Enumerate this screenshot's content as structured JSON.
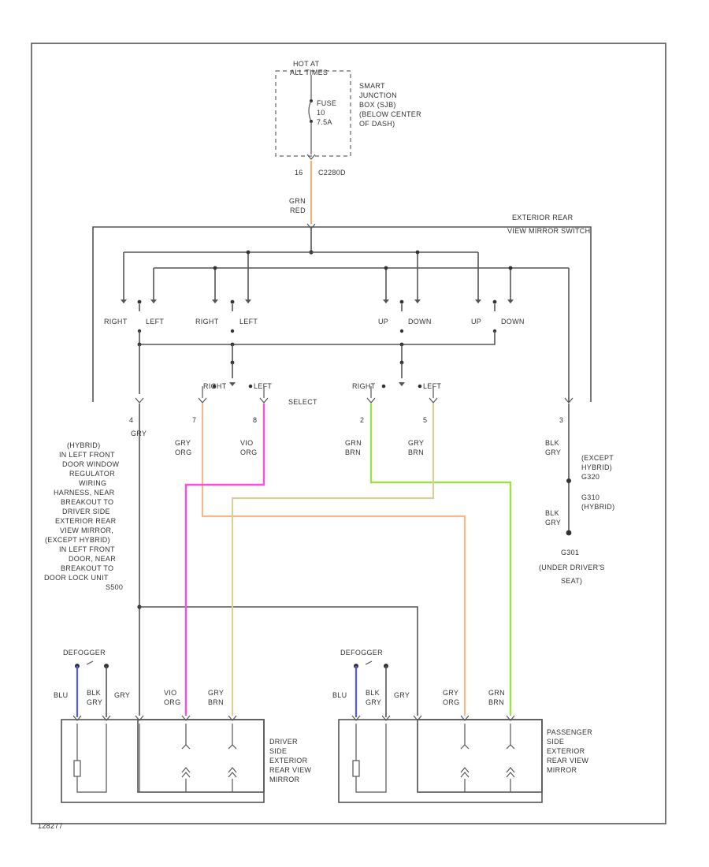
{
  "colors": {
    "orange": "#f5b98a",
    "pink": "#ff4fd8",
    "green": "#9ee04a",
    "tan": "#d9cf9a",
    "blue": "#4f5cf0",
    "gryred": "#e8b27a"
  },
  "power": {
    "hot_at": "HOT AT",
    "hot_at_2": "ALL TIMES",
    "sjb_1": "SMART",
    "sjb_2": "JUNCTION",
    "sjb_3": "BOX (SJB)",
    "sjb_4": "(BELOW CENTER",
    "sjb_5": "OF DASH)",
    "fuse_1": "FUSE",
    "fuse_2": "10",
    "fuse_3": "7.5A",
    "connector": "C2280D",
    "pin": "16",
    "wire_1": "GRN",
    "wire_2": "RED"
  },
  "switch": {
    "title_1": "EXTERIOR REAR",
    "title_2": "VIEW MIRROR SWITCH",
    "right_1": "RIGHT",
    "left_1": "LEFT",
    "right_2": "RIGHT",
    "left_2": "LEFT",
    "up_1": "UP",
    "down_1": "DOWN",
    "up_2": "UP",
    "down_2": "DOWN",
    "select": "SELECT",
    "sel_right_1": "RIGHT",
    "sel_left_1": "LEFT",
    "sel_right_2": "RIGHT",
    "sel_left_2": "LEFT",
    "pin_4": "4",
    "pin_7": "7",
    "pin_8": "8",
    "pin_2": "2",
    "pin_5": "5",
    "pin_3": "3"
  },
  "wires": {
    "gry": "GRY",
    "gry_org": [
      "GRY",
      "ORG"
    ],
    "vio_org": [
      "VIO",
      "ORG"
    ],
    "grn_brn": [
      "GRN",
      "BRN"
    ],
    "gry_brn": [
      "GRY",
      "BRN"
    ],
    "blk_gry": [
      "BLK",
      "GRY"
    ],
    "blk_gry_2": [
      "BLK",
      "GRY"
    ]
  },
  "notes": {
    "left_note": [
      "(HYBRID)",
      "IN LEFT FRONT",
      "DOOR WINDOW",
      "REGULATOR",
      "WIRING",
      "HARNESS, NEAR",
      "BREAKOUT TO",
      "DRIVER SIDE",
      "EXTERIOR REAR",
      "VIEW MIRROR,",
      "(EXCEPT HYBRID)",
      "IN LEFT FRONT",
      "DOOR, NEAR",
      "BREAKOUT TO",
      "DOOR LOCK UNIT",
      "S500"
    ],
    "except_hybrid": [
      "(EXCEPT",
      "HYBRID)",
      "G320"
    ],
    "hybrid": [
      "G310",
      "(HYBRID)"
    ],
    "ground_1": "G301",
    "ground_2": "(UNDER DRIVER'S",
    "ground_3": "SEAT)"
  },
  "mirrors": {
    "defogger": "DEFOGGER",
    "defogger_2": "DEFOGGER",
    "blu": "BLU",
    "blu_2": "BLU",
    "blk_gry": [
      "BLK",
      "GRY"
    ],
    "blk_gry_2": [
      "BLK",
      "GRY"
    ],
    "gry": "GRY",
    "gry_2": "GRY",
    "vio_org": [
      "VIO",
      "ORG"
    ],
    "gry_brn": [
      "GRY",
      "BRN"
    ],
    "gry_org": [
      "GRY",
      "ORG"
    ],
    "grn_brn": [
      "GRN",
      "BRN"
    ],
    "driver": [
      "DRIVER",
      "SIDE",
      "EXTERIOR",
      "REAR VIEW",
      "MIRROR"
    ],
    "passenger": [
      "PASSENGER",
      "SIDE",
      "EXTERIOR",
      "REAR VIEW",
      "MIRROR"
    ]
  },
  "footer": {
    "code": "128277"
  }
}
